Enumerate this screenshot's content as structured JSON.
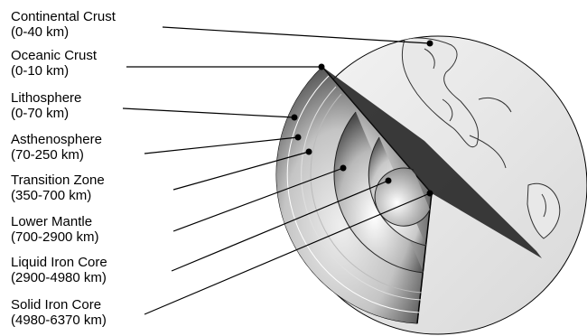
{
  "layers": [
    {
      "name": "Continental Crust",
      "range": "(0-40 km)"
    },
    {
      "name": "Oceanic Crust",
      "range": "(0-10 km)"
    },
    {
      "name": "Lithosphere",
      "range": "(0-70 km)"
    },
    {
      "name": "Asthenosphere",
      "range": "(70-250 km)"
    },
    {
      "name": "Transition Zone",
      "range": "(350-700 km)"
    },
    {
      "name": "Lower Mantle",
      "range": "(700-2900 km)"
    },
    {
      "name": "Liquid Iron Core",
      "range": "(2900-4980 km)"
    },
    {
      "name": "Solid Iron Core",
      "range": "(4980-6370 km)"
    }
  ]
}
